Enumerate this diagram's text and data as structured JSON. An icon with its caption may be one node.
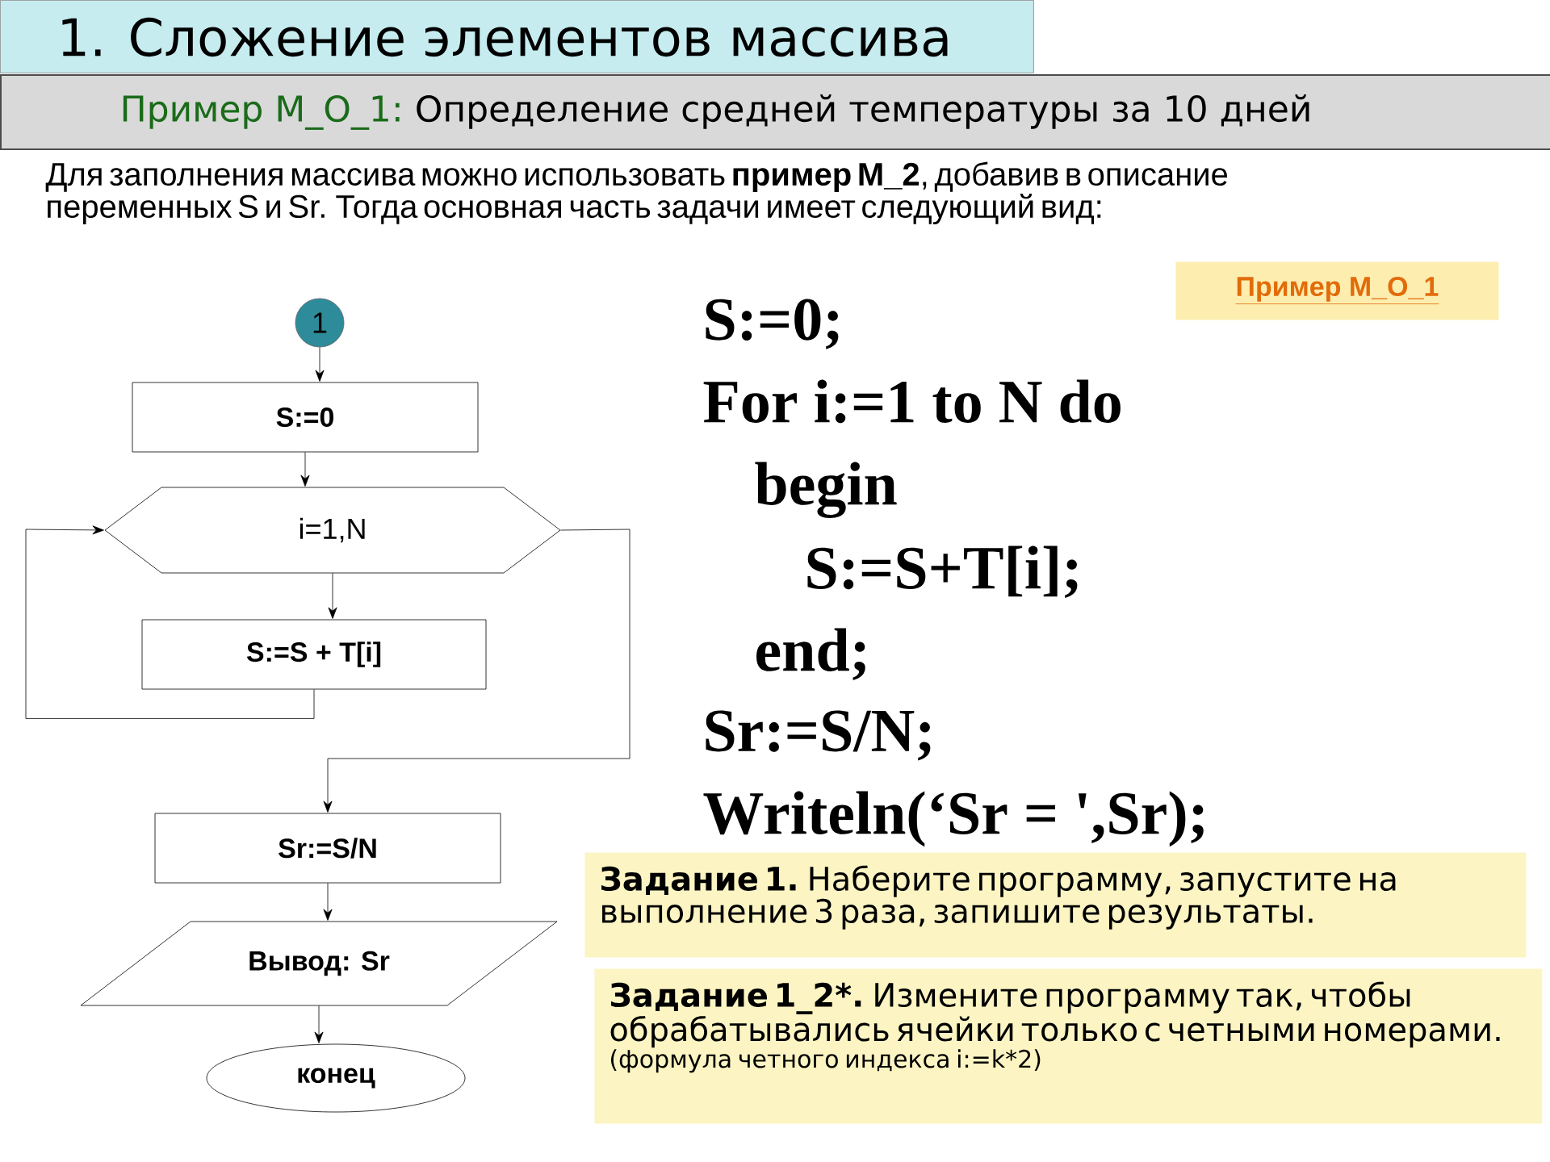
{
  "diagram": {
    "title": "1. Сложение элементов массива",
    "nodes": [
      {
        "text": [
          "Пример М_О_1:",
          "Определение средней температуры за 10 дней"
        ]
      },
      {
        "text": [
          "Пример М_О_1"
        ]
      },
      {
        "text": [
          "1"
        ]
      },
      {
        "text": [
          "S:=0"
        ]
      },
      {
        "text": [
          "i=1,N"
        ]
      },
      {
        "text": [
          "S:=S + T[i]"
        ]
      },
      {
        "text": [
          "Sr:=S/N"
        ]
      },
      {
        "text": [
          "Вывод: Sr"
        ]
      },
      {
        "text": [
          "конец"
        ]
      },
      {
        "text": [
          "Задание 1.",
          "Наберите программу, запустите на выполнение 3 раза, запишите результаты."
        ]
      },
      {
        "text": [
          "Задание 1_2*.",
          "Измените программу так, чтобы обрабатывались ячейки только с четными номерами.",
          "(формула четного индекса i:=k*2)"
        ]
      }
    ],
    "edges": [
      {
        "from": 2,
        "to": 3,
        "arrow": "to"
      },
      {
        "from": 3,
        "to": 4,
        "arrow": "to"
      },
      {
        "from": 4,
        "to": 5,
        "arrow": "to"
      },
      {
        "from": 5,
        "to": 4,
        "arrow": "to"
      },
      {
        "from": 4,
        "to": 6,
        "arrow": "to"
      },
      {
        "from": 6,
        "to": 7,
        "arrow": "to"
      },
      {
        "from": 7,
        "to": 8,
        "arrow": "to"
      }
    ],
    "labels": [
      "Для заполнения массива можно использовать **пример М_2**, добавив в описание переменных S и Sr. Тогда основная часть задачи имеет следующий вид:",
      "S:=0;",
      "For i:=1 to N do",
      "begin",
      "S:=S+T[i];",
      "end;",
      "Sr:=S/N;",
      "Writeln(‘Sr = ',Sr);"
    ]
  }
}
